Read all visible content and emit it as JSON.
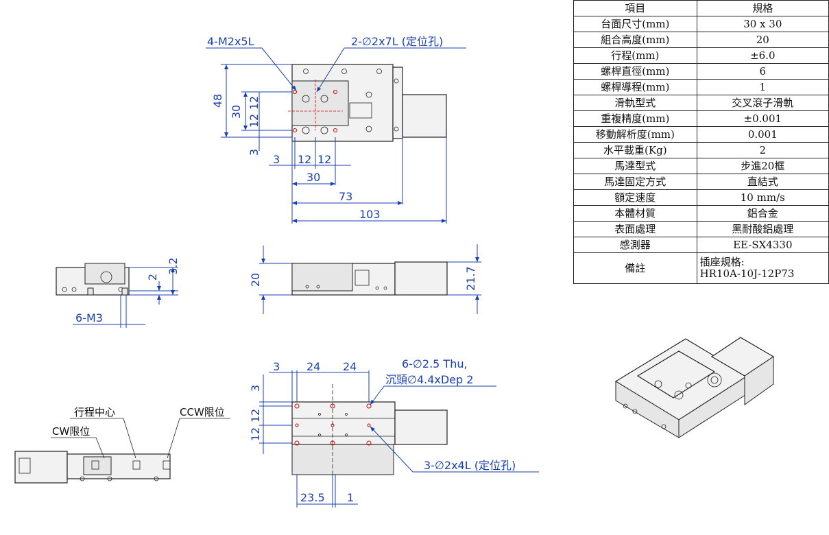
{
  "spec_table": {
    "header": {
      "item": "項目",
      "spec": "規格"
    },
    "rows": [
      {
        "item": "台面尺寸(mm)",
        "spec": "30 x 30"
      },
      {
        "item": "組合高度(mm)",
        "spec": "20"
      },
      {
        "item": "行程(mm)",
        "spec": "±6.0"
      },
      {
        "item": "螺桿直徑(mm)",
        "spec": "6"
      },
      {
        "item": "螺桿導程(mm)",
        "spec": "1"
      },
      {
        "item": "滑軌型式",
        "spec": "交叉滾子滑軌"
      },
      {
        "item": "重複精度(mm)",
        "spec": "±0.001"
      },
      {
        "item": "移動解析度(mm)",
        "spec": "0.001"
      },
      {
        "item": "水平載重(Kg)",
        "spec": "2"
      },
      {
        "item": "馬達型式",
        "spec": "步進20框"
      },
      {
        "item": "馬達固定方式",
        "spec": "直結式"
      },
      {
        "item": "額定速度",
        "spec": "10 mm/s"
      },
      {
        "item": "本體材質",
        "spec": "鋁合金"
      },
      {
        "item": "表面處理",
        "spec": "黑耐酸鋁處理"
      },
      {
        "item": "感測器",
        "spec": "EE-SX4330"
      }
    ],
    "note": {
      "item": "備註",
      "line1": "插座規格:",
      "line2": "HR10A-10J-12P73"
    }
  },
  "top_view": {
    "callout_tap": "4-M2x5L",
    "callout_pin": "2-∅2x7L (定位孔)",
    "dims": {
      "d48": "48",
      "d30v": "30",
      "d12a": "12",
      "d12b": "12",
      "d3v": "3",
      "d3h": "3",
      "d12c": "12",
      "d12d": "12",
      "d30h": "30",
      "d73": "73",
      "d103": "103"
    }
  },
  "side_view": {
    "d2": "2",
    "d32": "3.2",
    "callout": "6-M3"
  },
  "front_view": {
    "d20": "20",
    "d217": "21.7"
  },
  "bottom_view": {
    "callout_holes_1": "6-∅2.5 Thu,",
    "callout_holes_2": "沉頭∅4.4xDep 2",
    "callout_pins": "3-∅2x4L (定位孔)",
    "dims": {
      "d3h": "3",
      "d24a": "24",
      "d24b": "24",
      "d3v": "3",
      "d12a": "12",
      "d12b": "12",
      "d235": "23.5",
      "d1": "1"
    }
  },
  "limit_view": {
    "center": "行程中心",
    "cw": "CW限位",
    "ccw": "CCW限位"
  }
}
